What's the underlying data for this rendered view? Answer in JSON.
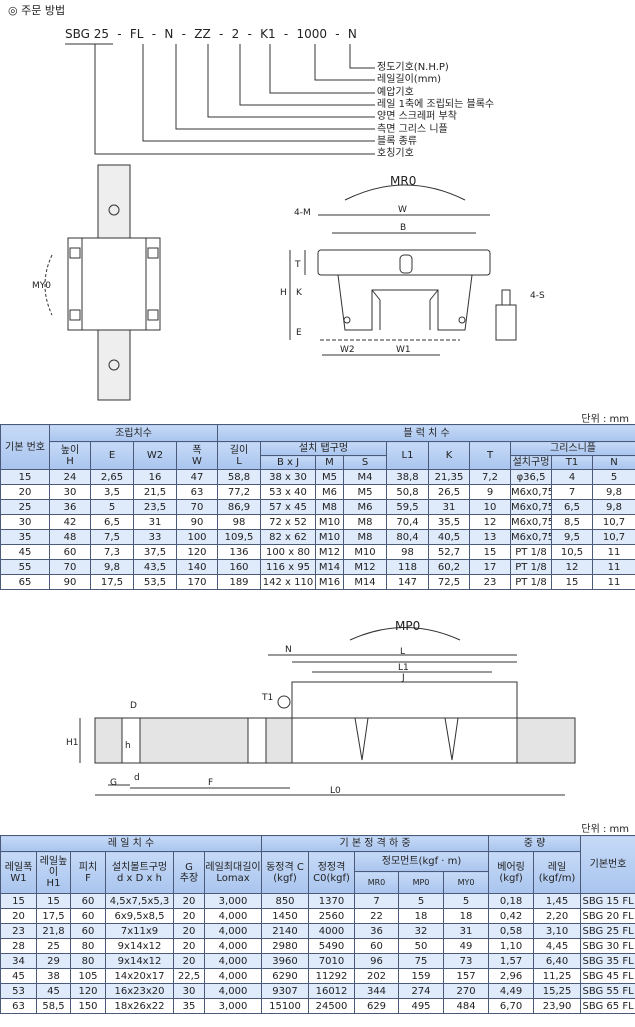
{
  "order": {
    "title": "◎ 주문 방법",
    "code_parts": [
      "SBG 25",
      "-",
      "FL",
      "-",
      "N",
      "-",
      "ZZ",
      "-",
      "2",
      "-",
      "K1",
      "-",
      "1000",
      "-",
      "N"
    ],
    "labels": [
      "정도기호(N.H.P)",
      "레일길이(mm)",
      "예압기호",
      "레일 1축에 조립되는 블록수",
      "양면 스크레퍼 부착",
      "측면 그리스 니플",
      "블록 종류",
      "호칭기호"
    ]
  },
  "diagram1": {
    "mr0": "MR0",
    "my0": "MY0",
    "w": "W",
    "b": "B",
    "m4": "4-M",
    "t": "T",
    "h": "H",
    "k": "K",
    "e": "E",
    "w2": "W2",
    "w1": "W1",
    "s4": "4-S"
  },
  "diagram2": {
    "mp0": "MP0",
    "n": "N",
    "l": "L",
    "l1": "L1",
    "j": "J",
    "t1": "T1",
    "d_big": "D",
    "h_small": "h",
    "h1": "H1",
    "d_small": "d",
    "g": "G",
    "f": "F",
    "l0": "L0"
  },
  "unit_label": "단위 : mm",
  "table1": {
    "group_headers": {
      "assembly": "조립치수",
      "block": "블 럭 치 수",
      "install": "설치 탭구멍",
      "grease": "그리스니플"
    },
    "headers": {
      "basic": "기본 번호",
      "h": "높이\nH",
      "e": "E",
      "w2": "W2",
      "w": "폭\nW",
      "l": "길이\nL",
      "bxj": "B x J",
      "m": "M",
      "s": "S",
      "l1": "L1",
      "k": "K",
      "t": "T",
      "hole": "설치구멍",
      "t1": "T1",
      "n": "N"
    },
    "rows": [
      [
        "15",
        "24",
        "2,65",
        "16",
        "47",
        "58,8",
        "38 x 30",
        "M5",
        "M4",
        "38,8",
        "21,35",
        "7,2",
        "φ36,5",
        "4",
        "5"
      ],
      [
        "20",
        "30",
        "3,5",
        "21,5",
        "63",
        "77,2",
        "53 x 40",
        "M6",
        "M5",
        "50,8",
        "26,5",
        "9",
        "M6x0,75",
        "7",
        "9,8"
      ],
      [
        "25",
        "36",
        "5",
        "23,5",
        "70",
        "86,9",
        "57 x 45",
        "M8",
        "M6",
        "59,5",
        "31",
        "10",
        "M6x0,75",
        "6,5",
        "9,8"
      ],
      [
        "30",
        "42",
        "6,5",
        "31",
        "90",
        "98",
        "72 x 52",
        "M10",
        "M8",
        "70,4",
        "35,5",
        "12",
        "M6x0,75",
        "8,5",
        "10,7"
      ],
      [
        "35",
        "48",
        "7,5",
        "33",
        "100",
        "109,5",
        "82 x 62",
        "M10",
        "M8",
        "80,4",
        "40,5",
        "13",
        "M6x0,75",
        "9,5",
        "10,7"
      ],
      [
        "45",
        "60",
        "7,3",
        "37,5",
        "120",
        "136",
        "100 x 80",
        "M12",
        "M10",
        "98",
        "52,7",
        "15",
        "PT 1/8",
        "10,5",
        "11"
      ],
      [
        "55",
        "70",
        "9,8",
        "43,5",
        "140",
        "160",
        "116 x 95",
        "M14",
        "M12",
        "118",
        "60,2",
        "17",
        "PT 1/8",
        "12",
        "11"
      ],
      [
        "65",
        "90",
        "17,5",
        "53,5",
        "170",
        "189",
        "142 x 110",
        "M16",
        "M14",
        "147",
        "72,5",
        "23",
        "PT 1/8",
        "15",
        "11"
      ]
    ]
  },
  "table2": {
    "group_headers": {
      "rail": "레 일 치 수",
      "load": "기 본 정 격 하 중",
      "weight": "중 량",
      "basic": "기본번호",
      "moment": "정모먼트(kgf · m)"
    },
    "headers": {
      "w1": "레일폭\nW1",
      "h1": "레일높이\nH1",
      "f": "피치\nF",
      "bolt": "설치볼트구멍\nd x D x h",
      "g": "G\n추장",
      "lmax": "레일최대길이 Lomax",
      "c": "동정격 C\n(kgf)",
      "c0": "정정격\nC0(kgf)",
      "mr": "MR0",
      "mp": "MP0",
      "my": "MY0",
      "bearing": "베어링\n(kgf)",
      "railw": "레일\n(kgf/m)"
    },
    "rows": [
      [
        "15",
        "15",
        "60",
        "4,5x7,5x5,3",
        "20",
        "3,000",
        "850",
        "1370",
        "7",
        "5",
        "5",
        "0,18",
        "1,45",
        "SBG 15 FL"
      ],
      [
        "20",
        "17,5",
        "60",
        "6x9,5x8,5",
        "20",
        "4,000",
        "1450",
        "2560",
        "22",
        "18",
        "18",
        "0,42",
        "2,20",
        "SBG 20 FL"
      ],
      [
        "23",
        "21,8",
        "60",
        "7x11x9",
        "20",
        "4,000",
        "2140",
        "4000",
        "36",
        "32",
        "31",
        "0,58",
        "3,10",
        "SBG 25 FL"
      ],
      [
        "28",
        "25",
        "80",
        "9x14x12",
        "20",
        "4,000",
        "2980",
        "5490",
        "60",
        "50",
        "49",
        "1,10",
        "4,45",
        "SBG 30 FL"
      ],
      [
        "34",
        "29",
        "80",
        "9x14x12",
        "20",
        "4,000",
        "3960",
        "7010",
        "96",
        "75",
        "73",
        "1,57",
        "6,40",
        "SBG 35 FL"
      ],
      [
        "45",
        "38",
        "105",
        "14x20x17",
        "22,5",
        "4,000",
        "6290",
        "11292",
        "202",
        "159",
        "157",
        "2,96",
        "11,25",
        "SBG 45 FL"
      ],
      [
        "53",
        "45",
        "120",
        "16x23x20",
        "30",
        "4,000",
        "9307",
        "16012",
        "344",
        "274",
        "270",
        "4,49",
        "15,25",
        "SBG 55 FL"
      ],
      [
        "63",
        "58,5",
        "150",
        "18x26x22",
        "35",
        "3,000",
        "15100",
        "24500",
        "629",
        "495",
        "484",
        "6,70",
        "23,90",
        "SBG 65 FL"
      ]
    ]
  }
}
